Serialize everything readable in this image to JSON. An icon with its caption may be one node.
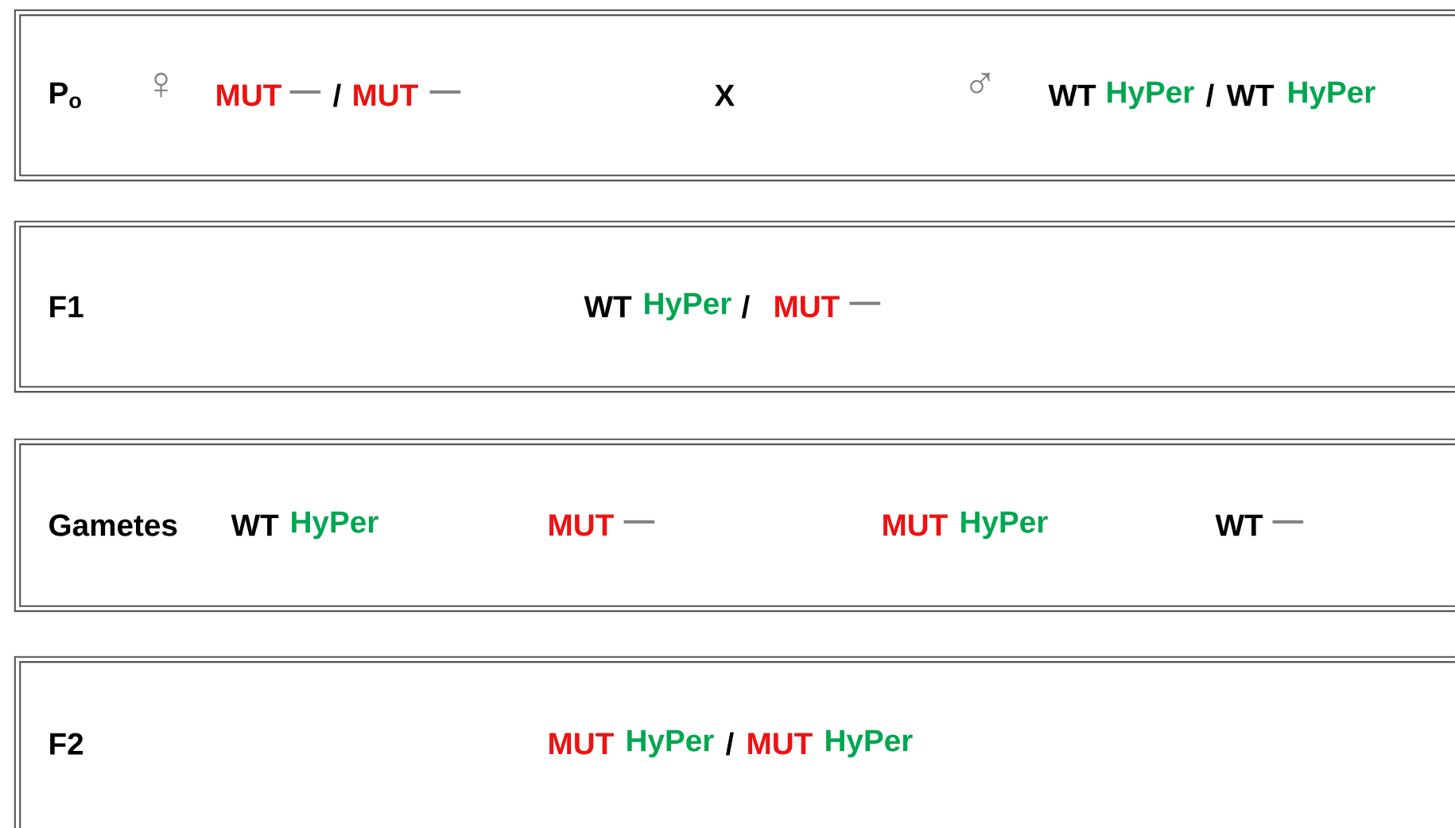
{
  "diagram": {
    "nodes": [
      {
        "text": [
          "P$_{o}$",
          "♀",
          "MUT",
          "—",
          "/",
          "MUT",
          "—",
          "X",
          "♂",
          "WT",
          "HyPer",
          "/",
          "WT",
          "HyPer"
        ]
      },
      {
        "text": [
          "F1",
          "WT",
          "HyPer",
          "/",
          "MUT",
          "—"
        ]
      },
      {
        "text": [
          "Gametes",
          "WT",
          "HyPer",
          "MUT",
          "—",
          "MUT",
          "HyPer",
          "WT",
          "—"
        ]
      },
      {
        "text": [
          "F2",
          "MUT",
          "HyPer",
          "/",
          "MUT",
          "HyPer"
        ]
      }
    ]
  }
}
